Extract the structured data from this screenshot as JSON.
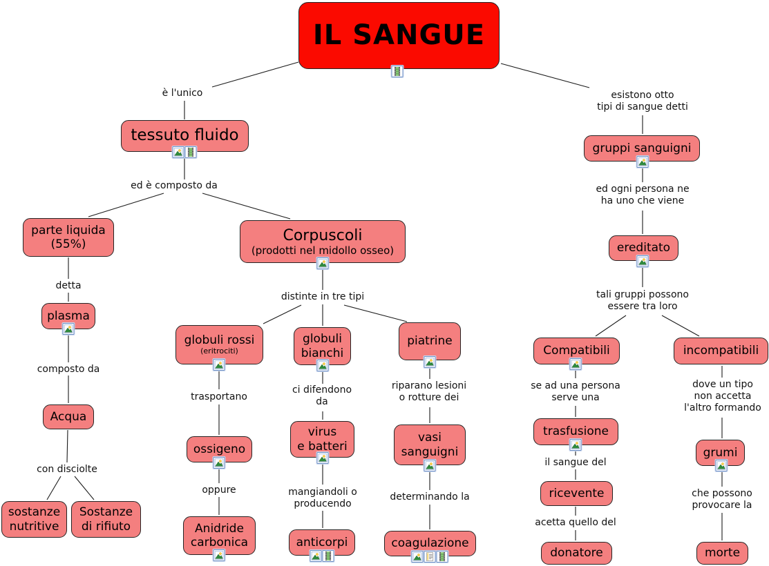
{
  "map_title": "IL SANGUE",
  "colors": {
    "title_fill": "#fb0a00",
    "node_fill": "#f47f7f",
    "node_border": "#242424",
    "connector": "#1a1a1a",
    "icon_frame": "#6d8fc4"
  },
  "nodes": {
    "il_sangue": {
      "label": "IL SANGUE",
      "icons": [
        "movie"
      ]
    },
    "tessuto_fluido": {
      "label": "tessuto fluido",
      "icons": [
        "image",
        "movie"
      ]
    },
    "parte_liquida": {
      "label": "parte liquida\n(55%)",
      "icons": []
    },
    "plasma": {
      "label": "plasma",
      "icons": [
        "image"
      ]
    },
    "acqua": {
      "label": "Acqua",
      "icons": []
    },
    "sostanze_nutritive": {
      "label": "sostanze\nnutritive",
      "icons": []
    },
    "sostanze_rifiuto": {
      "label": "Sostanze\ndi rifiuto",
      "icons": []
    },
    "corpuscoli": {
      "label": "Corpuscoli",
      "sublabel": "(prodotti nel midollo osseo)",
      "icons": [
        "image"
      ]
    },
    "globuli_rossi": {
      "label": "globuli rossi",
      "sublabel": "(eritrociti)",
      "icons": [
        "image"
      ]
    },
    "globuli_bianchi": {
      "label": "globuli\nbianchi",
      "icons": [
        "image"
      ]
    },
    "piatrine": {
      "label": "piatrine",
      "icons": [
        "image"
      ]
    },
    "ossigeno": {
      "label": "ossigeno",
      "icons": [
        "image"
      ]
    },
    "anidride_carbonica": {
      "label": "Anidride\ncarbonica",
      "icons": [
        "image"
      ]
    },
    "virus_batteri": {
      "label": "virus\ne batteri",
      "icons": [
        "image"
      ]
    },
    "anticorpi": {
      "label": "anticorpi",
      "icons": [
        "image",
        "movie"
      ]
    },
    "vasi_sanguigni": {
      "label": "vasi\nsanguigni",
      "icons": [
        "image"
      ]
    },
    "coagulazione": {
      "label": "coagulazione",
      "icons": [
        "image",
        "document",
        "movie"
      ]
    },
    "gruppi_sanguigni": {
      "label": "gruppi sanguigni",
      "icons": [
        "image"
      ]
    },
    "ereditato": {
      "label": "ereditato",
      "icons": [
        "image"
      ]
    },
    "compatibili": {
      "label": "Compatibili",
      "icons": [
        "image"
      ]
    },
    "incompatibili": {
      "label": "incompatibili",
      "icons": []
    },
    "trasfusione": {
      "label": "trasfusione",
      "icons": [
        "image"
      ]
    },
    "ricevente": {
      "label": "ricevente",
      "icons": []
    },
    "donatore": {
      "label": "donatore",
      "icons": []
    },
    "grumi": {
      "label": "grumi",
      "icons": [
        "image"
      ]
    },
    "morte": {
      "label": "morte",
      "icons": []
    }
  },
  "links": {
    "e_lunico": {
      "label": "è l'unico"
    },
    "ed_composto": {
      "label": "ed è composto da"
    },
    "detta": {
      "label": "detta"
    },
    "composto_da": {
      "label": "composto da"
    },
    "con_disciolte": {
      "label": "con disciolte"
    },
    "distinte": {
      "label": "distinte in tre tipi"
    },
    "trasportano": {
      "label": "trasportano"
    },
    "oppure": {
      "label": "oppure"
    },
    "ci_difendono": {
      "label": "ci difendono\nda"
    },
    "mangiandoli": {
      "label": "mangiandoli o\nproducendo"
    },
    "riparano": {
      "label": "riparano lesioni\no rotture dei"
    },
    "determinando": {
      "label": "determinando la"
    },
    "esistono": {
      "label": "esistono otto\ntipi di sangue detti"
    },
    "ed_ogni": {
      "label": "ed ogni persona ne\nha uno che viene"
    },
    "tali_gruppi": {
      "label": "tali gruppi possono\nessere tra loro"
    },
    "se_ad_una": {
      "label": "se ad una persona\nserve una"
    },
    "il_sangue_del": {
      "label": "il sangue del"
    },
    "acetta": {
      "label": "acetta quello del"
    },
    "dove_un_tipo": {
      "label": "dove un tipo\nnon accetta\nl'altro formando"
    },
    "che_possono": {
      "label": "che possono\nprovocare la"
    }
  }
}
